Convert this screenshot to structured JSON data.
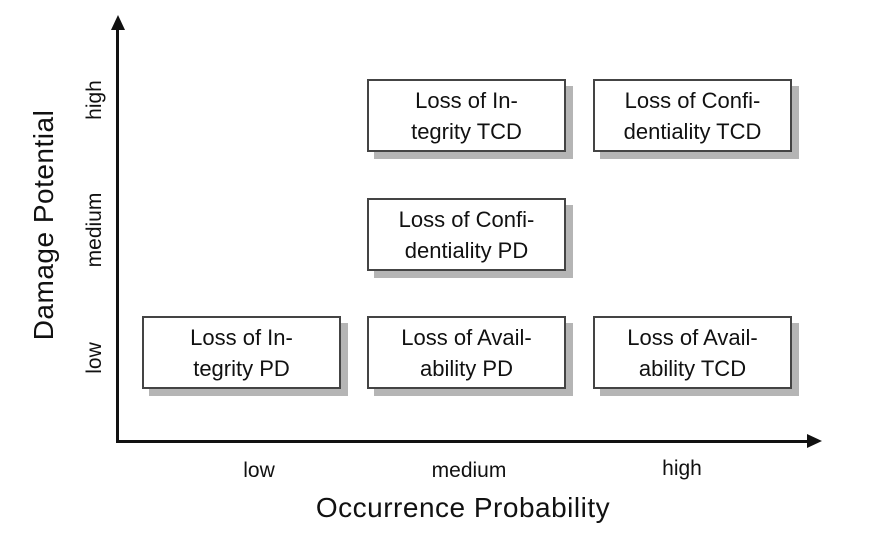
{
  "chart_data": {
    "type": "scatter",
    "title": "",
    "xlabel": "Occurrence Probability",
    "ylabel": "Damage Potential",
    "x_ticks": [
      "low",
      "medium",
      "high"
    ],
    "y_ticks": [
      "low",
      "medium",
      "high"
    ],
    "grid": false,
    "legend": false,
    "points": [
      {
        "label": "Loss of Integrity TCD",
        "x": "medium",
        "y": "high"
      },
      {
        "label": "Loss of Confidentiality TCD",
        "x": "high",
        "y": "high"
      },
      {
        "label": "Loss of Confidentiality PD",
        "x": "medium",
        "y": "medium"
      },
      {
        "label": "Loss of Integrity PD",
        "x": "low",
        "y": "low"
      },
      {
        "label": "Loss of Availability PD",
        "x": "medium",
        "y": "low"
      },
      {
        "label": "Loss of Availability TCD",
        "x": "high",
        "y": "low"
      }
    ]
  },
  "boxes": [
    {
      "line1": "Loss of In-",
      "line2": "tegrity TCD",
      "x": "medium",
      "y": "high"
    },
    {
      "line1": "Loss of Confi-",
      "line2": "dentiality TCD",
      "x": "high",
      "y": "high"
    },
    {
      "line1": "Loss of Confi-",
      "line2": "dentiality PD",
      "x": "medium",
      "y": "medium"
    },
    {
      "line1": "Loss of In-",
      "line2": "tegrity PD",
      "x": "low",
      "y": "low"
    },
    {
      "line1": "Loss of Avail-",
      "line2": "ability PD",
      "x": "medium",
      "y": "low"
    },
    {
      "line1": "Loss of Avail-",
      "line2": "ability TCD",
      "x": "high",
      "y": "low"
    }
  ],
  "colors": {
    "background": "#ffffff",
    "axis": "#111111",
    "text": "#111111",
    "box_border": "#444444",
    "box_shadow": "#b5b5b5",
    "box_fill": "#ffffff"
  }
}
